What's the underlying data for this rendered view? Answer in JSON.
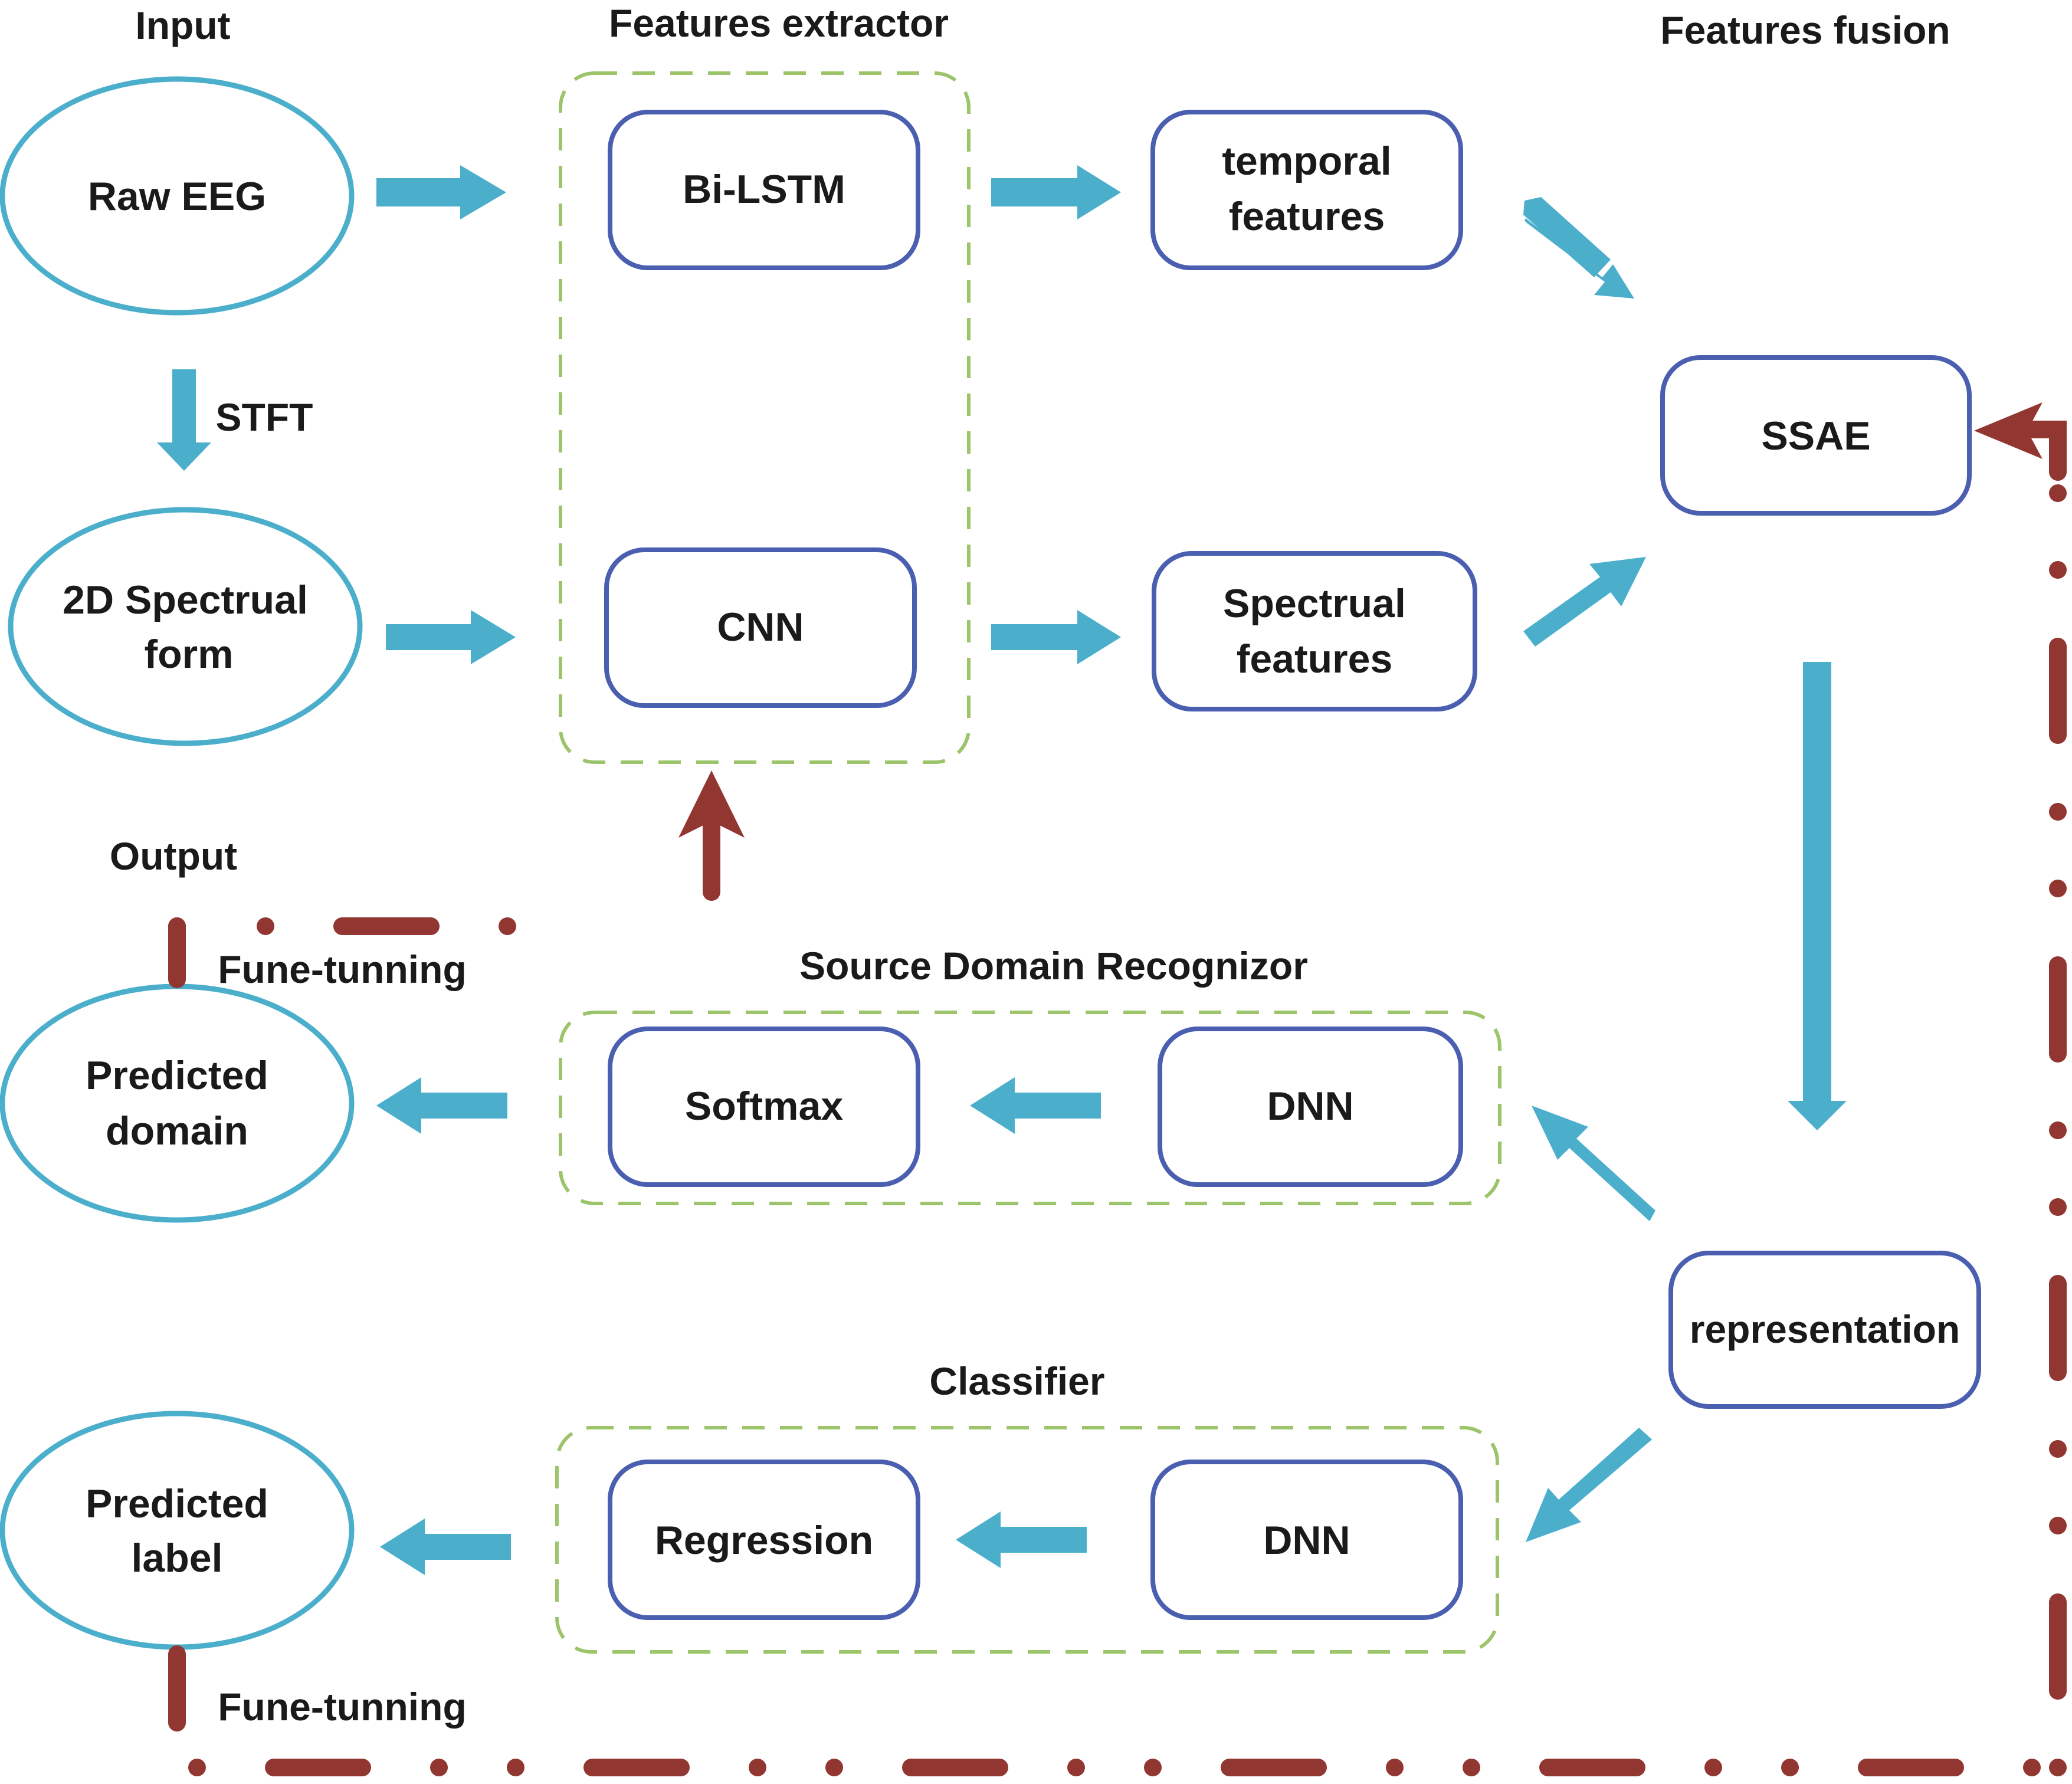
{
  "sections": {
    "input": "Input",
    "features_extractor": "Features extractor",
    "features_fusion": "Features fusion",
    "output": "Output",
    "source_domain_recognizer": "Source Domain Recognizor",
    "classifier": "Classifier"
  },
  "nodes": {
    "raw_eeg": "Raw EEG",
    "stft": "STFT",
    "spectral_form_line1": "2D Spectrual",
    "spectral_form_line2": "form",
    "bilstm": "Bi-LSTM",
    "cnn": "CNN",
    "temporal_line1": "temporal",
    "temporal_line2": "features",
    "spectral_feat_line1": "Spectrual",
    "spectral_feat_line2": "features",
    "ssae": "SSAE",
    "representation": "representation",
    "softmax": "Softmax",
    "dnn_domain": "DNN",
    "regression": "Regression",
    "dnn_classifier": "DNN",
    "predicted_domain_line1": "Predicted",
    "predicted_domain_line2": "domain",
    "predicted_label_line1": "Predicted",
    "predicted_label_line2": "label",
    "fine_tuning_top": "Fune-tunning",
    "fine_tuning_bottom": "Fune-tunning"
  },
  "colors": {
    "ellipse_stroke": "#4bafcc",
    "box_stroke": "#4a5fb0",
    "dashed_group": "#9cc46a",
    "flow_arrow": "#4bafcc",
    "feedback": "#923631",
    "text": "#1a1a1a"
  }
}
